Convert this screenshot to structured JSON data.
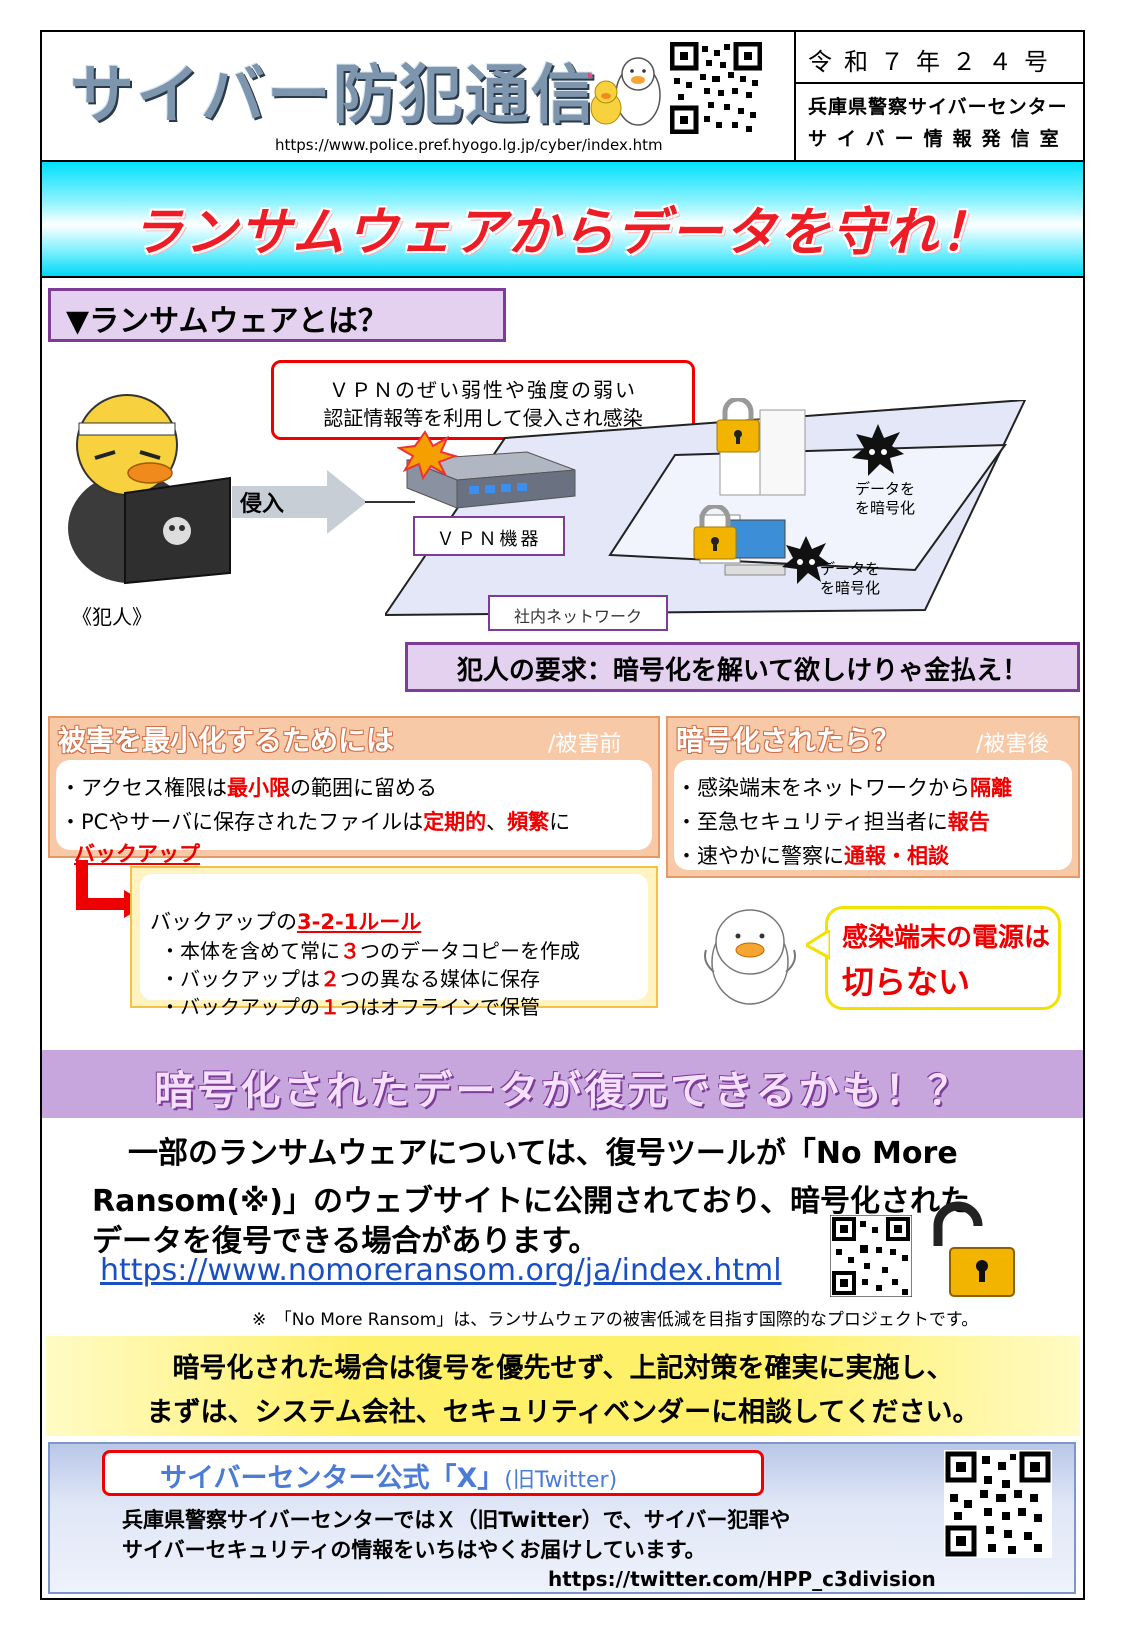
{
  "header": {
    "title": "サイバー防犯通信",
    "site_url": "https://www.police.pref.hyogo.lg.jp/cyber/index.htm",
    "issue": "令和７年２４号",
    "org_line1": "兵庫県警察サイバーセンター",
    "org_line2": "サイバー情報発信室"
  },
  "banner": {
    "title": "ランサムウェアからデータを守れ！"
  },
  "what_is": {
    "heading": "▼ランサムウェアとは？",
    "callout_line1": "ＶＰＮのぜい弱性や強度の弱い",
    "callout_line2": "認証情報等を利用して侵入され感染",
    "arrow_label": "侵入",
    "criminal_label": "《犯人》",
    "vpn_label": "ＶＰＮ機器",
    "network_label": "社内ネットワーク",
    "encrypt_label_1a": "データを",
    "encrypt_label_1b": "を暗号化",
    "encrypt_label_2a": "データを",
    "encrypt_label_2b": "を暗号化",
    "demand": "犯人の要求：暗号化を解いて欲しけりゃ金払え！"
  },
  "before": {
    "heading": "被害を最小化するためには",
    "sub": "/被害前",
    "item1_pre": "・アクセス権限は",
    "item1_red": "最小限",
    "item1_post": "の範囲に留める",
    "item2_pre": "・PCやサーバに保存されたファイルは",
    "item2_red1": "定期的",
    "item2_mid": "、",
    "item2_red2": "頻繁",
    "item2_post": "に",
    "item3_red": "バックアップ"
  },
  "after": {
    "heading": "暗号化されたら？",
    "sub": "/被害後",
    "item1_pre": "・感染端末をネットワークから",
    "item1_red": "隔離",
    "item2_pre": "・至急セキュリティ担当者に",
    "item2_red": "報告",
    "item3_pre": "・速やかに警察に",
    "item3_red": "通報・相談"
  },
  "rule321": {
    "title_pre": "バックアップの",
    "title_red": "3-2-1ルール",
    "line1_pre": "・本体を含めて常に",
    "line1_num": "３",
    "line1_post": "つのデータコピーを作成",
    "line2_pre": "・バックアップは",
    "line2_num": "２",
    "line2_post": "つの異なる媒体に保存",
    "line3_pre": "・バックアップの",
    "line3_num": "１",
    "line3_post": "つはオフラインで保管"
  },
  "speech": {
    "line1": "感染端末の電源は",
    "line2": "切らない"
  },
  "restore": {
    "heading": "暗号化されたデータが復元できるかも！？",
    "body_line1": "一部のランサムウェアについては、復号ツールが「No More",
    "body_line2": "Ransom(※)」のウェブサイトに公開されており、暗号化された",
    "body_line3": "データを復号できる場合があります。",
    "link": "https://www.nomoreransom.org/ja/index.html",
    "note": "※　「No More Ransom」は、ランサムウェアの被害低減を目指す国際的なプロジェクトです。"
  },
  "advice": {
    "line1": "暗号化された場合は復号を優先せず、上記対策を確実に実施し、",
    "line2": "まずは、システム会社、セキュリティベンダーに相談してください。"
  },
  "x_section": {
    "title": "サイバーセンター公式「X」",
    "title_small": "(旧Twitter)",
    "desc1": "兵庫県警察サイバーセンターではＸ（旧Twitter）で、サイバー犯罪や",
    "desc2": "サイバーセキュリティの情報をいちはやくお届けしています。",
    "url": "https://twitter.com/HPP_c3division"
  }
}
